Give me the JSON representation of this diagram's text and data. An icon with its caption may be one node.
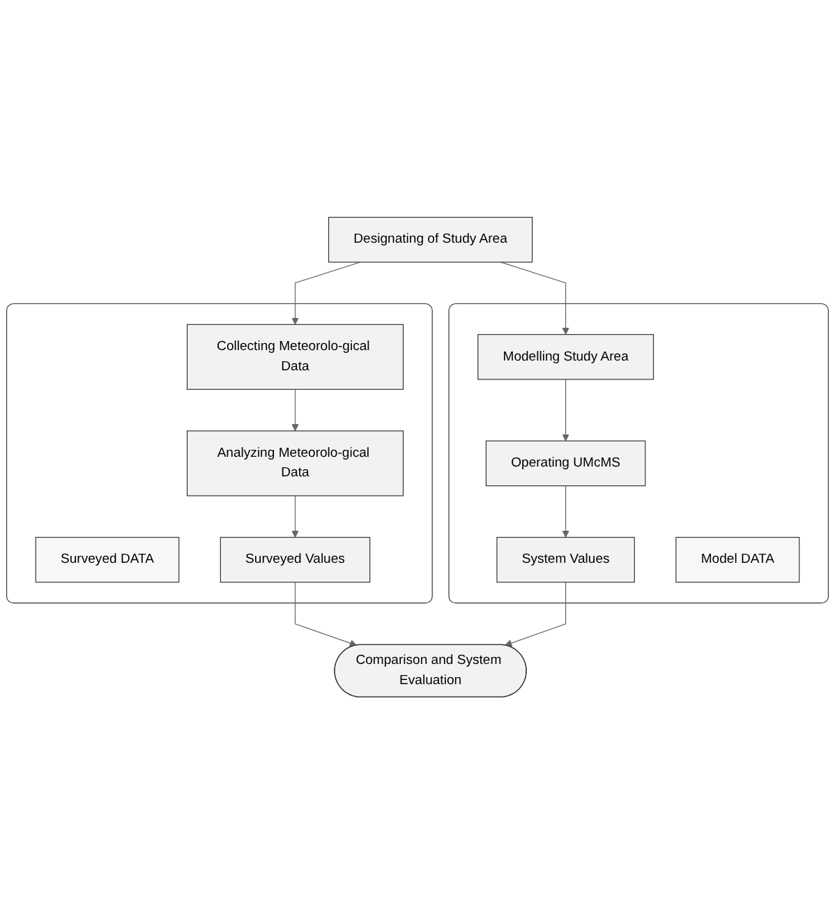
{
  "diagram": {
    "nodes": [
      {
        "text": [
          "Designating of Study Area"
        ]
      },
      {
        "text": [],
        "shape": "box"
      },
      {
        "text": [
          "Surveyed DATA"
        ],
        "in": 1
      },
      {
        "text": [
          "Collecting Meteorolo-gical Data"
        ],
        "in": 1
      },
      {
        "text": [
          "Analyzing Meteorolo-gical Data"
        ],
        "in": 1
      },
      {
        "text": [
          "Surveyed Values"
        ],
        "in": 1
      },
      {
        "text": [],
        "shape": "box"
      },
      {
        "text": [
          "Modelling Study Area"
        ],
        "in": 6
      },
      {
        "text": [
          "Operating UMcMS"
        ],
        "in": 6
      },
      {
        "text": [
          "System Values"
        ],
        "in": 6
      },
      {
        "text": [
          "Model DATA"
        ],
        "in": 6
      },
      {
        "text": [
          "Comparison and System Evaluation"
        ]
      }
    ],
    "edges": [
      {
        "from": 0,
        "to": 3,
        "arrow": "to"
      },
      {
        "from": 0,
        "to": 7,
        "arrow": "to"
      },
      {
        "from": 3,
        "to": 4,
        "arrow": "to"
      },
      {
        "from": 4,
        "to": 5,
        "arrow": "to"
      },
      {
        "from": 7,
        "to": 8,
        "arrow": "to"
      },
      {
        "from": 8,
        "to": 9,
        "arrow": "to"
      },
      {
        "from": 5,
        "to": 11,
        "arrow": "to"
      },
      {
        "from": 9,
        "to": 11,
        "arrow": "to"
      }
    ]
  }
}
